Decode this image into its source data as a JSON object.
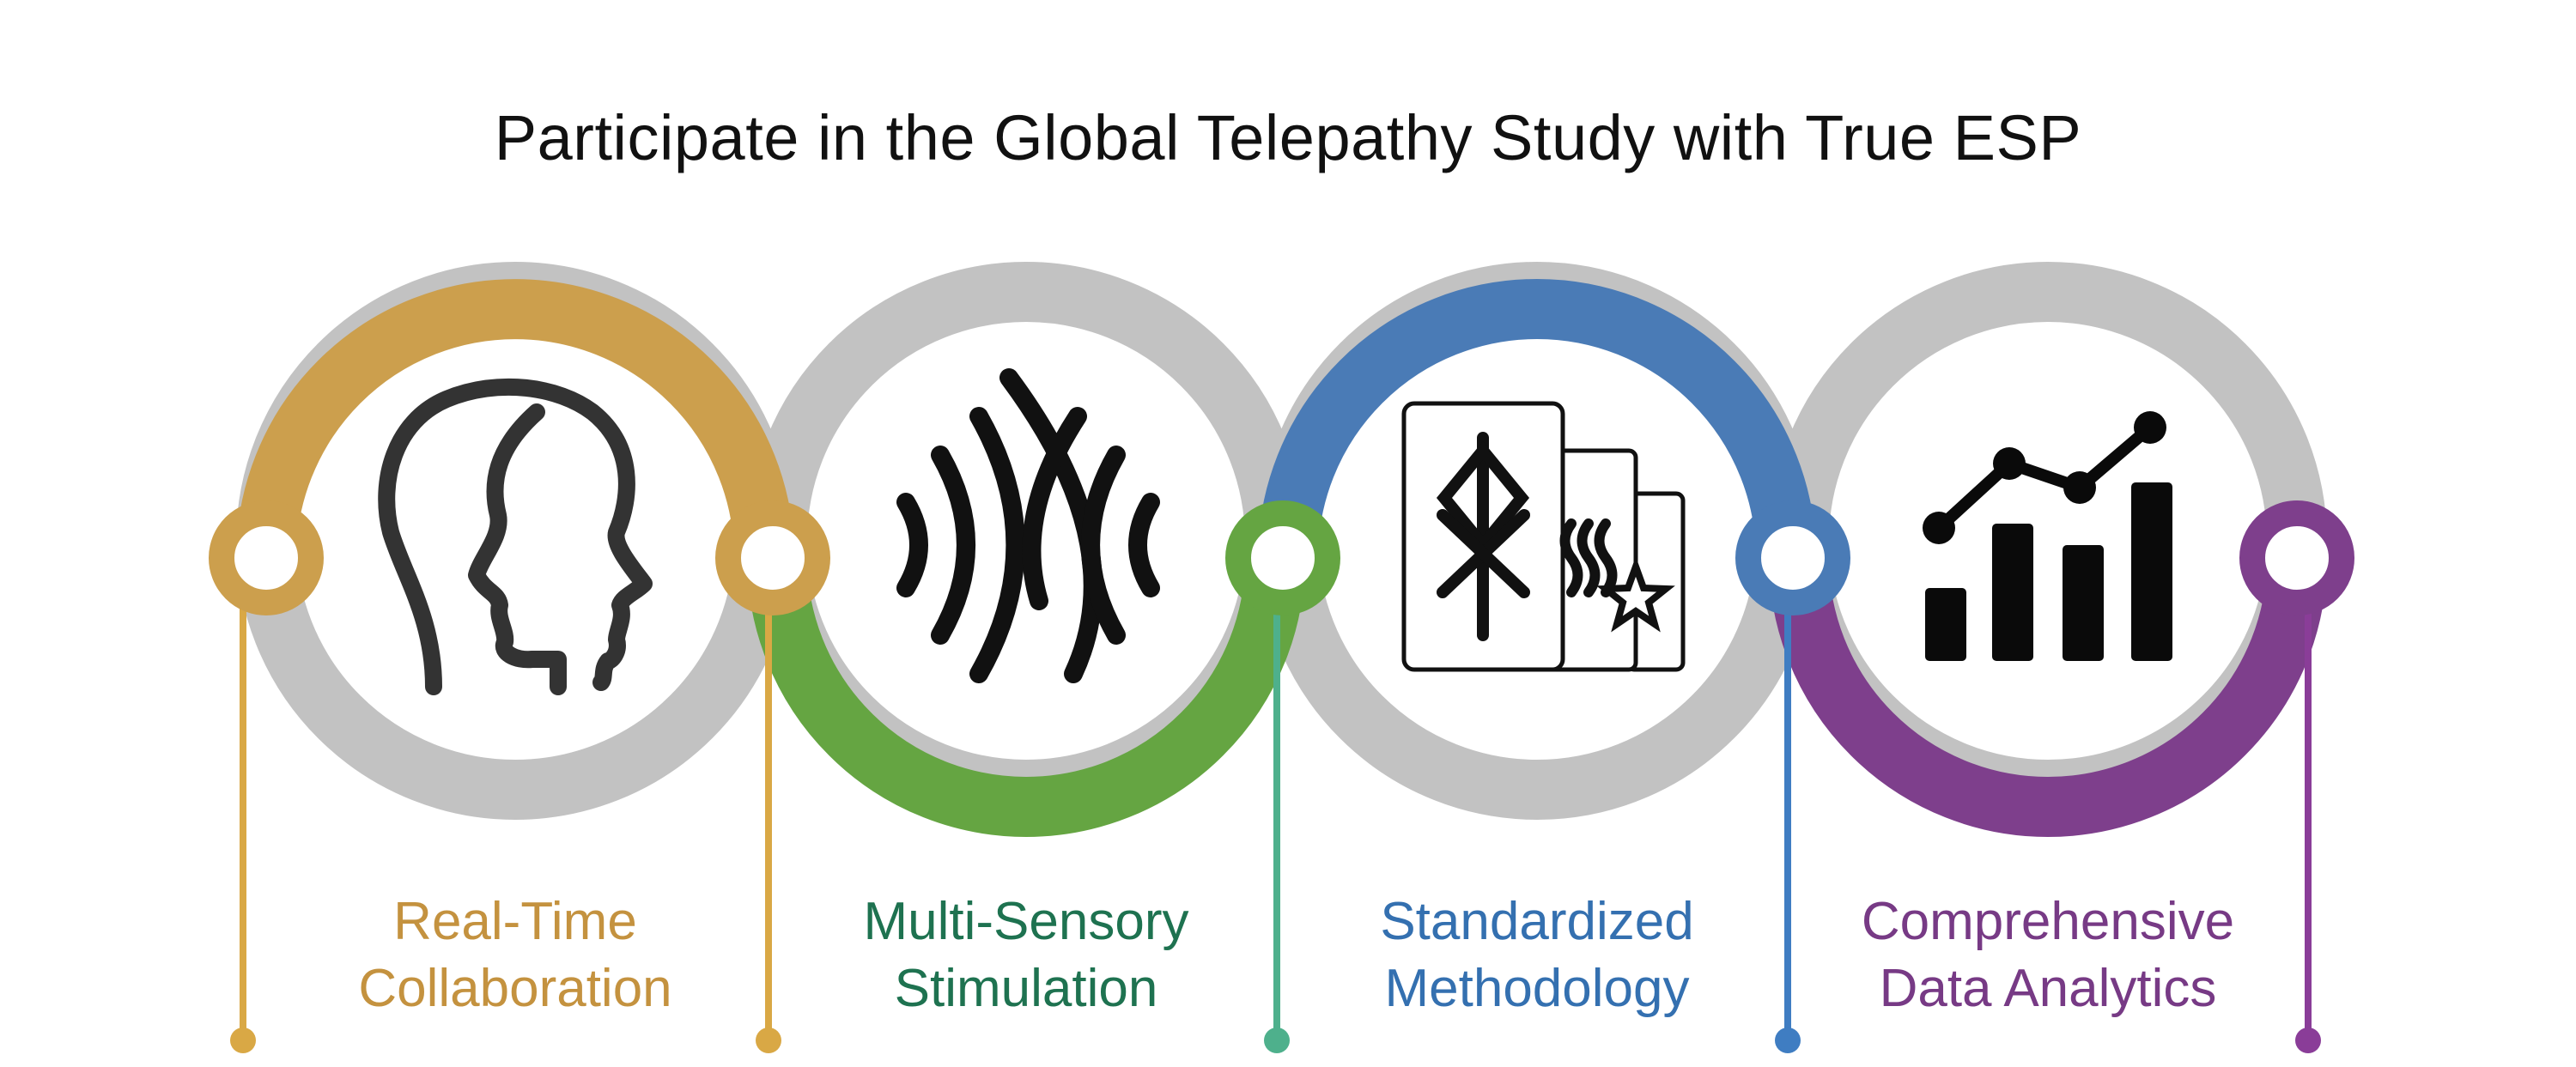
{
  "title": "Participate in the Global Telepathy Study with True ESP",
  "steps": [
    {
      "label_line1": "Real-Time",
      "label_line2": "Collaboration",
      "icon": "head-profile-icon",
      "ring_color": "#CC9F4D",
      "label_color": "#C4923F",
      "connector_color": "#D9A845"
    },
    {
      "label_line1": "Multi-Sensory",
      "label_line2": "Stimulation",
      "icon": "sensory-waves-icon",
      "ring_color": "#65A542",
      "label_color": "#1E7250",
      "connector_color": "#4EB08C"
    },
    {
      "label_line1": "Standardized",
      "label_line2": "Methodology",
      "icon": "zener-cards-icon",
      "ring_color": "#4A7BB6",
      "label_color": "#3470B0",
      "connector_color": "#3F7DC2"
    },
    {
      "label_line1": "Comprehensive",
      "label_line2": "Data Analytics",
      "icon": "analytics-chart-icon",
      "ring_color": "#7E3F8C",
      "label_color": "#773A85",
      "connector_color": "#8A3D98"
    }
  ],
  "gray_ring_color": "#C2C2C2"
}
